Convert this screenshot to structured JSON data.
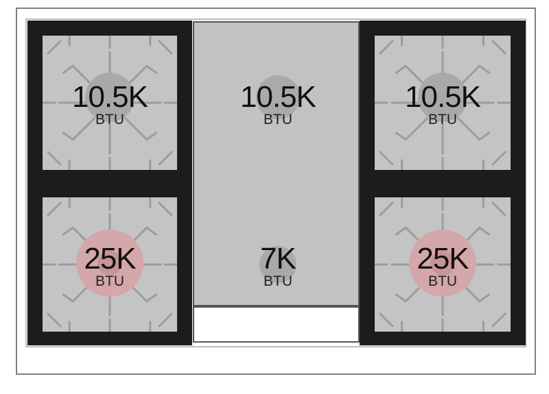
{
  "colors": {
    "frame": "#1c1c1c",
    "grate": "#c4c4c4",
    "grate_bar": "#9c9c9c",
    "burner_standard": "#a9a9a9",
    "burner_high": "#d4a7ab",
    "burner_high_center": "#c79498",
    "griddle": "#c2c2c2"
  },
  "burners": [
    {
      "id": "front-left",
      "rating": "25K",
      "unit": "BTU",
      "type": "high"
    },
    {
      "id": "back-left",
      "rating": "10.5K",
      "unit": "BTU",
      "type": "standard"
    },
    {
      "id": "back-center",
      "rating": "10.5K",
      "unit": "BTU",
      "type": "standard"
    },
    {
      "id": "front-center",
      "rating": "7K",
      "unit": "BTU",
      "type": "standard"
    },
    {
      "id": "back-right",
      "rating": "10.5K",
      "unit": "BTU",
      "type": "standard"
    },
    {
      "id": "front-right",
      "rating": "25K",
      "unit": "BTU",
      "type": "high"
    }
  ]
}
